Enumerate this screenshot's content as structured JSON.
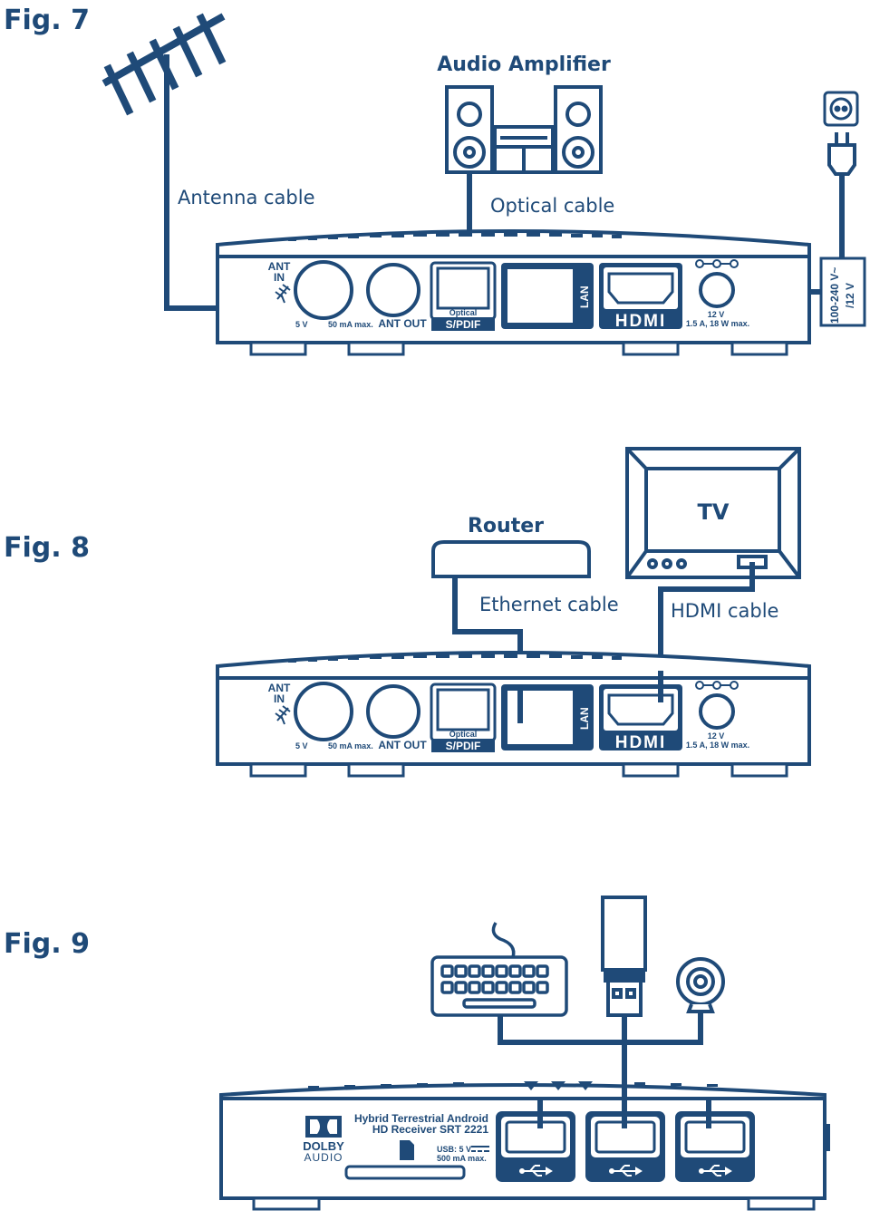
{
  "colors": {
    "ink": "#1f4a78",
    "background": "#ffffff"
  },
  "fig7": {
    "title": "Fig. 7",
    "antenna_cable": "Antenna cable",
    "audio_amplifier": "Audio Amplifier",
    "optical_cable": "Optical cable",
    "power_label_1": "100-240 V~",
    "power_label_2": "/12 V"
  },
  "fig8": {
    "title": "Fig. 8",
    "router": "Router",
    "tv": "TV",
    "ethernet_cable": "Ethernet cable",
    "hdmi_cable": "HDMI cable"
  },
  "fig9": {
    "title": "Fig. 9",
    "product_line1": "Hybrid Terrestrial Android",
    "product_line2": "HD Receiver SRT 2221",
    "usb_spec1": "USB: 5 V",
    "usb_spec2": "500 mA max.",
    "dolby_line1": "DOLBY",
    "dolby_line2": "AUDIO"
  },
  "panel": {
    "ant_in_1": "ANT",
    "ant_in_2": "IN",
    "ant_spec": "5 V",
    "ant_spec_tail": "50 mA max.",
    "ant_out": "ANT OUT",
    "optical": "Optical",
    "spdif": "S/PDIF",
    "lan": "LAN",
    "hdmi": "HDMI",
    "power_v": "12 V",
    "power_spec": "1.5 A, 18 W max."
  }
}
